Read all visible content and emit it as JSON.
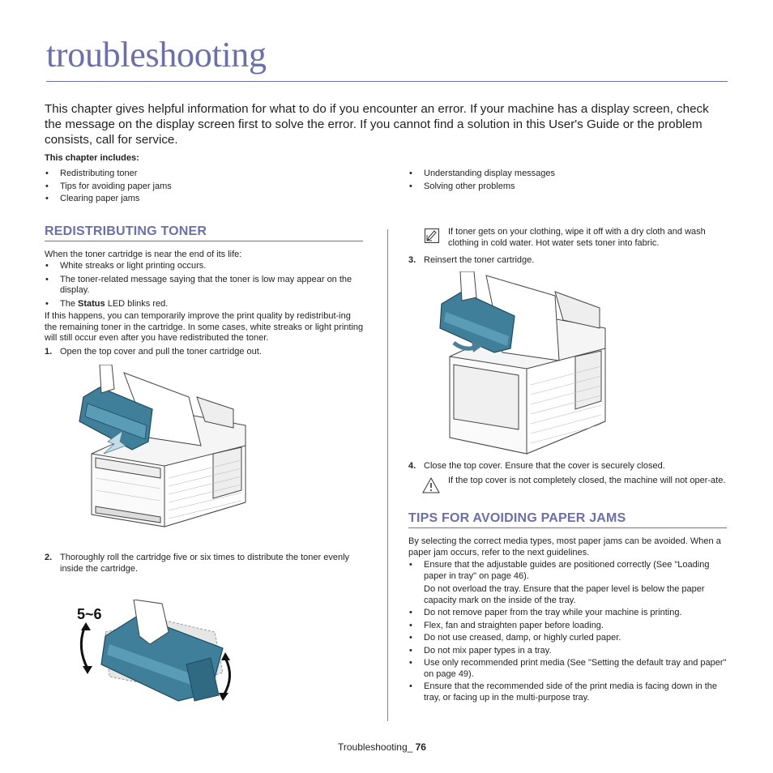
{
  "title": "troubleshooting",
  "intro": "This chapter gives helpful information for what to do if you encounter an error. If your machine has a display screen, check the message on the display screen first to solve the error. If you cannot find a solution in this User's Guide or the problem consists, call for service.",
  "includes_label": "This chapter includes:",
  "includes_left": [
    "Redistributing toner",
    "Tips for avoiding paper jams",
    "Clearing paper jams"
  ],
  "includes_right": [
    "Understanding display messages",
    "Solving other problems"
  ],
  "redistributing": {
    "heading": "REDISTRIBUTING TONER",
    "lead": "When the toner cartridge is near the end of its life:",
    "bullets": [
      "White streaks or light printing occurs.",
      "The toner-related message saying that the toner is low may appear on the display."
    ],
    "status_bullet_pre": "The ",
    "status_bullet_bold": "Status",
    "status_bullet_post": " LED blinks red.",
    "para": "If this happens, you can temporarily improve the print quality by redistribut-ing the remaining toner in the cartridge. In some cases, white streaks or light printing will still occur even after you have redistributed the toner.",
    "step1_num": "1.",
    "step1": "Open the top cover and pull the toner cartridge out.",
    "step2_num": "2.",
    "step2": "Thoroughly roll the cartridge five or six times to distribute the toner evenly inside the cartridge.",
    "roll_label": "5~6"
  },
  "right": {
    "note": "If toner gets on your clothing, wipe it off with a dry cloth and wash clothing in cold water. Hot water sets toner into fabric.",
    "step3_num": "3.",
    "step3": "Reinsert the toner cartridge.",
    "step4_num": "4.",
    "step4": "Close the top cover. Ensure that the cover is securely closed.",
    "caution": "If the top cover is not completely closed, the machine will not oper-ate."
  },
  "tips": {
    "heading": "TIPS FOR AVOIDING PAPER JAMS",
    "lead": "By selecting the correct media types, most paper jams can be avoided. When a paper jam occurs, refer to the next guidelines.",
    "b1": "Ensure that the adjustable guides are positioned correctly (See \"Loading paper in tray\" on page 46).",
    "b1_sub": "Do not overload the tray. Ensure that the paper level is below the paper capacity mark on the inside of the tray.",
    "b2": "Do not remove paper from the tray while your machine is printing.",
    "b3": "Flex, fan and straighten paper before loading.",
    "b4": "Do not use creased, damp, or highly curled paper.",
    "b5": "Do not mix paper types in a tray.",
    "b6": "Use only recommended print media (See \"Setting the default tray and paper\" on page 49).",
    "b7": "Ensure that the recommended side of the print media is facing down in the tray, or facing up in the multi-purpose tray."
  },
  "footer": {
    "text": "Troubleshooting_ ",
    "page": "76"
  },
  "colors": {
    "accent": "#6b6fae",
    "cartridge": "#3f7f99",
    "body_text": "#231f20"
  },
  "icons": {
    "note": "note-pencil-icon",
    "caution": "caution-triangle-icon"
  }
}
